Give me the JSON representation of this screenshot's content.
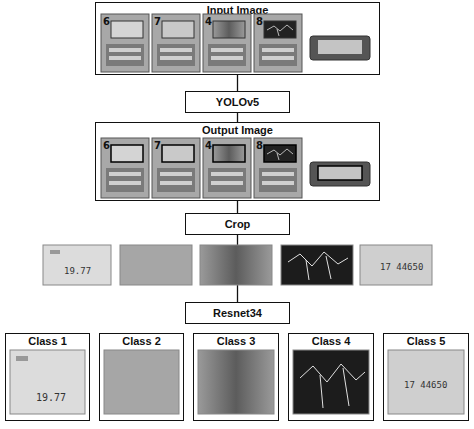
{
  "diagram": {
    "nodes": [
      {
        "text": [
          "Input Image"
        ]
      },
      {
        "text": [
          "YOLOv5"
        ]
      },
      {
        "text": [
          "Output Image"
        ]
      },
      {
        "text": [
          "Crop"
        ]
      },
      {
        "text": [
          "Resnet34"
        ]
      },
      {
        "text": [
          "Class 1"
        ]
      },
      {
        "text": [
          "Class 2"
        ]
      },
      {
        "text": [
          "Class 3"
        ]
      },
      {
        "text": [
          "Class 4"
        ]
      },
      {
        "text": [
          "Class 5"
        ]
      }
    ],
    "edges": [
      {
        "from": 0,
        "to": 1,
        "arrow": "none"
      },
      {
        "from": 1,
        "to": 2,
        "arrow": "none"
      },
      {
        "from": 2,
        "to": 3,
        "arrow": "none"
      },
      {
        "from": 3,
        "to": 4,
        "arrow": "none"
      }
    ],
    "labels": [
      "6",
      "7",
      "4",
      "8",
      "6",
      "7",
      "4",
      "8",
      "19.77",
      "17 44650",
      "19.77",
      "17 44650"
    ]
  }
}
